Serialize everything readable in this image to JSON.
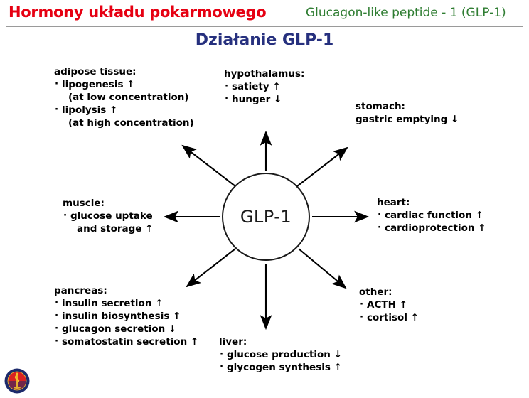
{
  "header": {
    "title_pl": "Hormony układu pokarmowego",
    "title_en": "Glucagon-like peptide - 1 (GLP-1)",
    "color_pl": "#e60012",
    "color_en": "#2f7d32"
  },
  "slide": {
    "title": "Działanie GLP-1",
    "title_color": "#26307e"
  },
  "center": {
    "label": "GLP-1"
  },
  "nodes": {
    "adipose": {
      "title": "adipose tissue:",
      "items": [
        "lipogenesis ↑",
        "(at low concentration)",
        "lipolysis ↑",
        "(at high concentration)"
      ]
    },
    "hypothalamus": {
      "title": "hypothalamus:",
      "items": [
        "satiety ↑",
        "hunger ↓"
      ]
    },
    "stomach": {
      "title": "stomach:",
      "items": [
        "gastric emptying ↓"
      ]
    },
    "heart": {
      "title": "heart:",
      "items": [
        "cardiac function ↑",
        "cardioprotection ↑"
      ]
    },
    "other": {
      "title": "other:",
      "items": [
        "ACTH ↑",
        "cortisol ↑"
      ]
    },
    "liver": {
      "title": "liver:",
      "items": [
        "glucose production ↓",
        "glycogen synthesis ↑"
      ]
    },
    "pancreas": {
      "title": "pancreas:",
      "items": [
        "insulin secretion ↑",
        "insulin biosynthesis ↑",
        "glucagon secretion ↓",
        "somatostatin secretion ↑"
      ]
    },
    "muscle": {
      "title": "muscle:",
      "items": [
        "glucose uptake",
        "and storage ↑"
      ]
    }
  },
  "logo": {
    "name": "medical-academy-seal"
  }
}
